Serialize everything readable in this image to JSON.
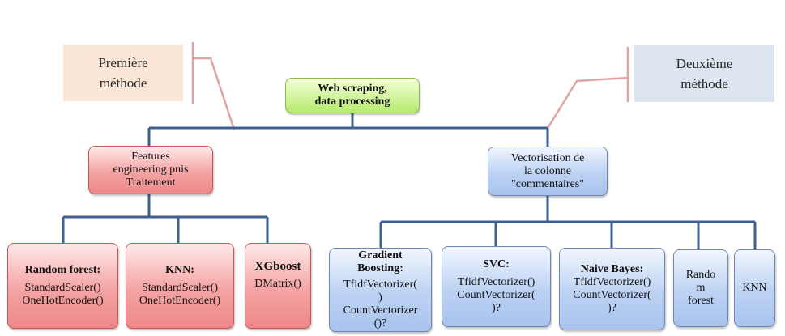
{
  "callouts": {
    "first": "Première\nméthode",
    "second": "Deuxième\nméthode"
  },
  "root": {
    "label": "Web scraping,\ndata processing"
  },
  "branches": {
    "left": {
      "label": "Features\nengineering puis\nTraitement"
    },
    "right": {
      "label": "Vectorisation de\nla colonne\n\"commentaires\""
    }
  },
  "left_leaves": [
    {
      "title": "Random forest:",
      "body": "StandardScaler()\nOneHotEncoder()"
    },
    {
      "title": "KNN:",
      "body": "StandardScaler()\nOneHotEncoder()"
    },
    {
      "title": "XGboost",
      "body": "DMatrix()"
    }
  ],
  "right_leaves": [
    {
      "title": "Gradient\nBoosting:",
      "body": "TfidfVectorizer(\n)\nCountVectorizer\n()?"
    },
    {
      "title": "SVC:",
      "body": "TfidfVectorizer()\nCountVectorizer(\n)?"
    },
    {
      "title": "Naive Bayes:",
      "body": "TfidfVectorizer()\nCountVectorizer(\n)?"
    },
    {
      "title": "",
      "body": "Rando\nm\nforest"
    },
    {
      "title": "",
      "body": "KNN"
    }
  ],
  "colors": {
    "connector": "#3f5f8f",
    "callout_line": "#e0a4a4"
  }
}
